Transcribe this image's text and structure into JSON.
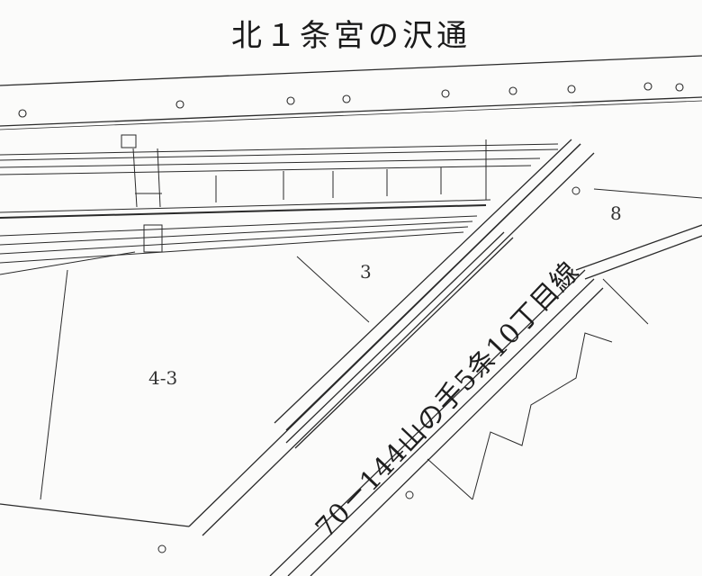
{
  "title": "北１条宮の沢通",
  "parcels": {
    "p3": "3",
    "p4_3": "4-3",
    "p8": "8"
  },
  "road_label": "70－144山の手5条10丁目線"
}
